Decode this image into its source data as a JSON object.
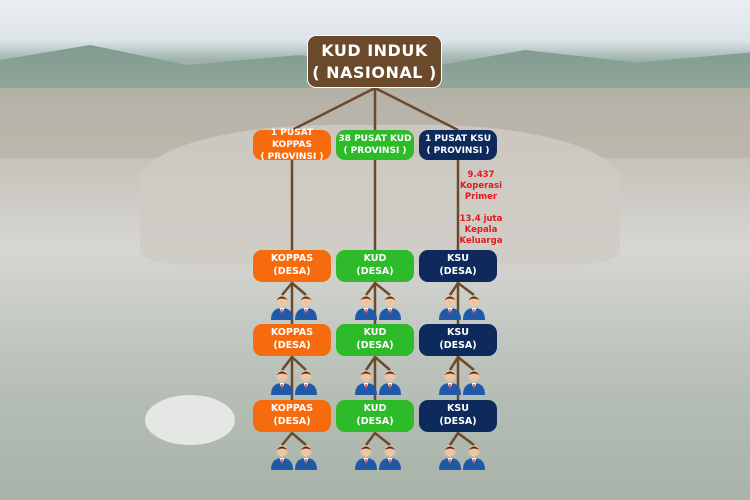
{
  "top": {
    "line1": "KUD INDUK",
    "line2": "( NASIONAL )"
  },
  "provinsi": [
    {
      "line1": "1 PUSAT KOPPAS",
      "line2": "( PROVINSI )",
      "color": "#f76b0f"
    },
    {
      "line1": "38 PUSAT KUD",
      "line2": "( PROVINSI )",
      "color": "#2dbb2a"
    },
    {
      "line1": "1 PUSAT KSU",
      "line2": "( PROVINSI )",
      "color": "#0e2a5c"
    }
  ],
  "desa": [
    {
      "line1": "KOPPAS",
      "line2": "(DESA)"
    },
    {
      "line1": "KUD",
      "line2": "(DESA)"
    },
    {
      "line1": "KSU",
      "line2": "(DESA)"
    }
  ],
  "notes": {
    "koperasi": "9.437 Koperasi Primer",
    "kk": "13.4 juta Kepala Keluarga"
  },
  "colors": {
    "connector": "#6b4a2b"
  }
}
